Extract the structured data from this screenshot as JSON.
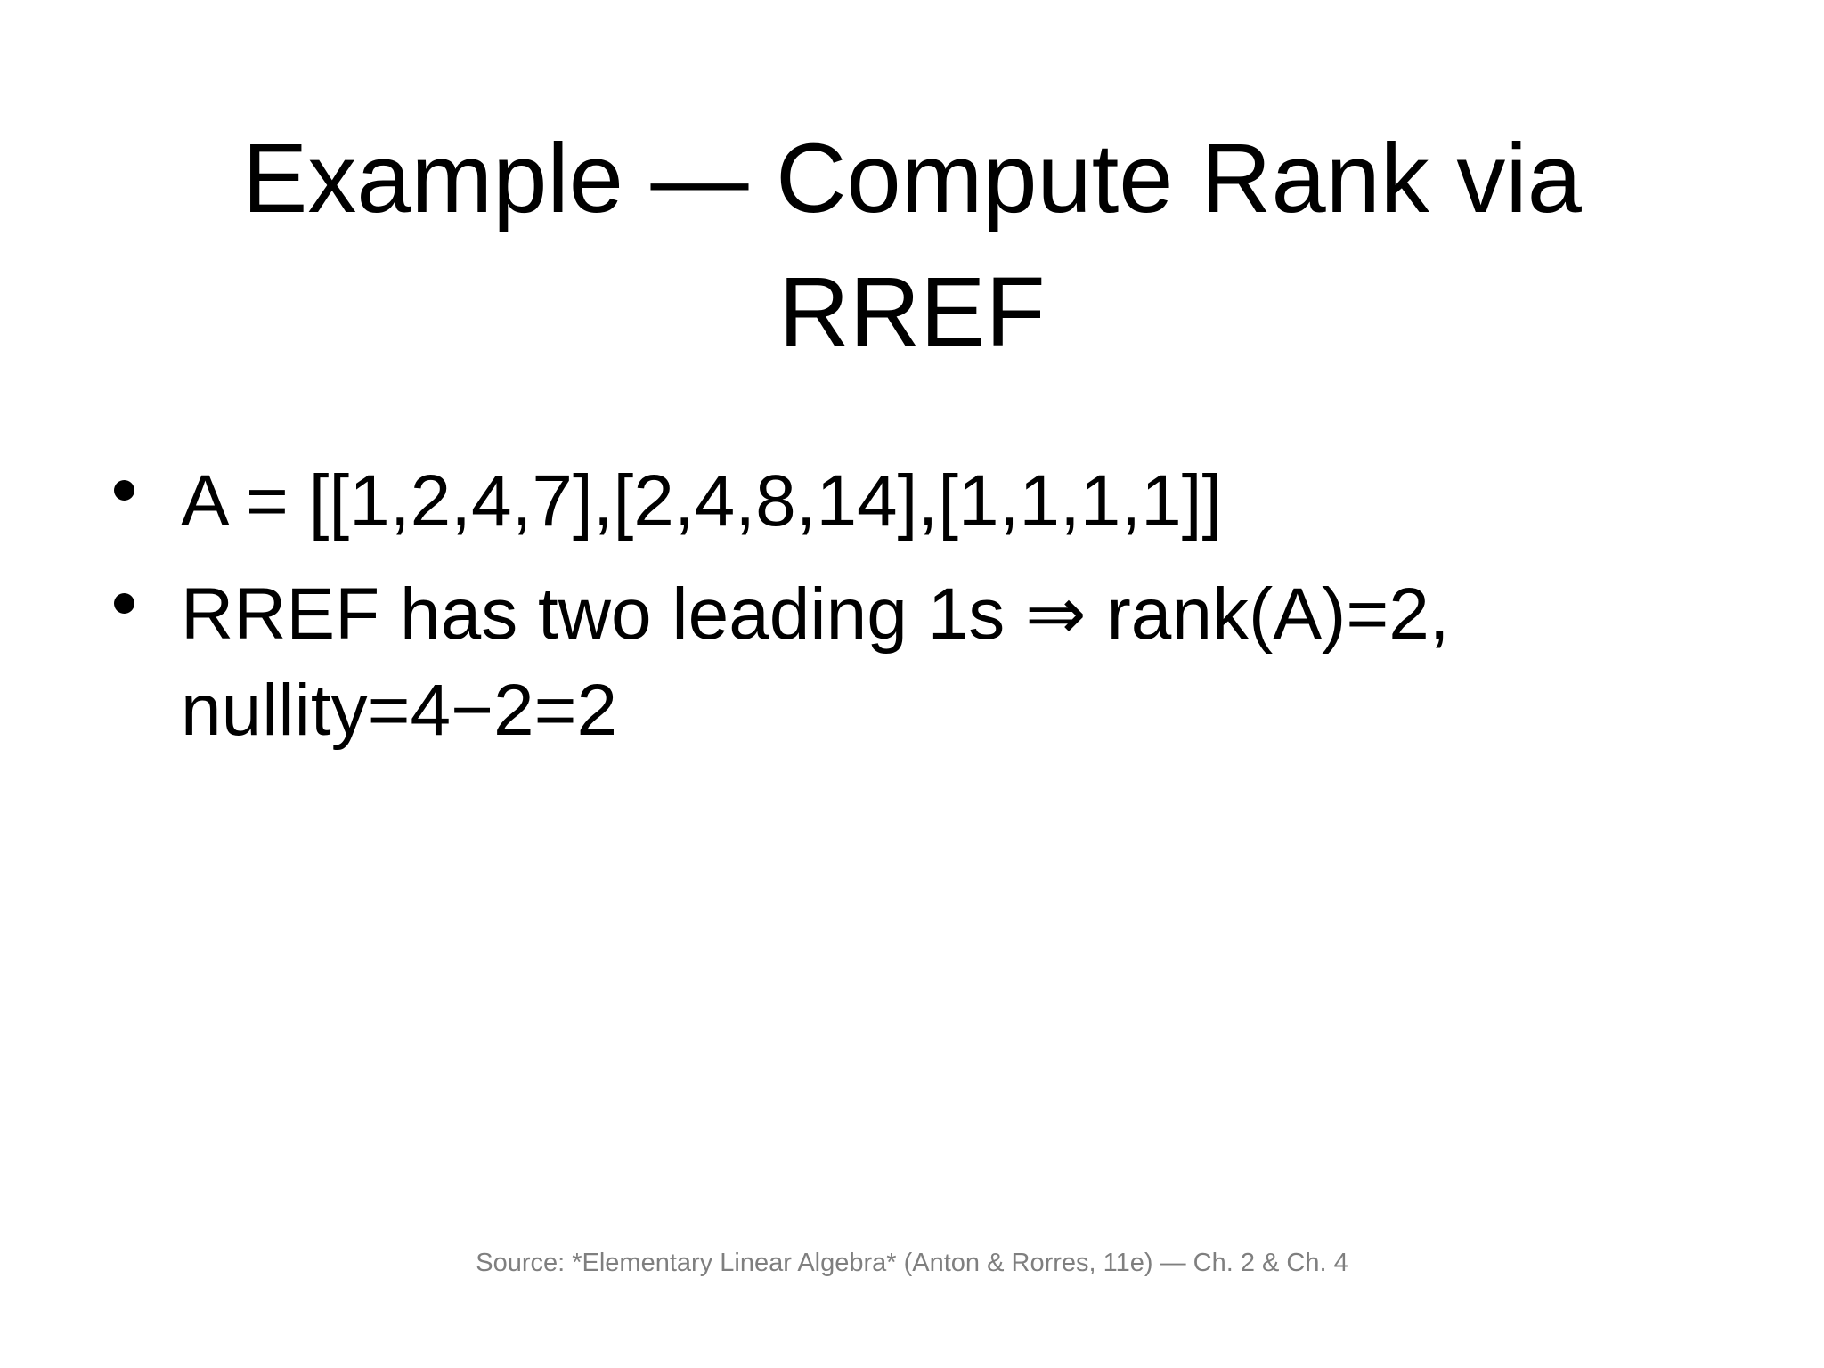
{
  "slide": {
    "title": "Example — Compute Rank via RREF",
    "bullets": [
      "A = [[1,2,4,7],[2,4,8,14],[1,1,1,1]]",
      "RREF has two leading 1s ⇒ rank(A)=2, nullity=4−2=2"
    ],
    "footer": "Source: *Elementary Linear Algebra* (Anton & Rorres, 11e) — Ch. 2 & Ch. 4",
    "colors": {
      "background": "#ffffff",
      "text": "#000000",
      "footer_text": "#7f7f7f"
    }
  }
}
